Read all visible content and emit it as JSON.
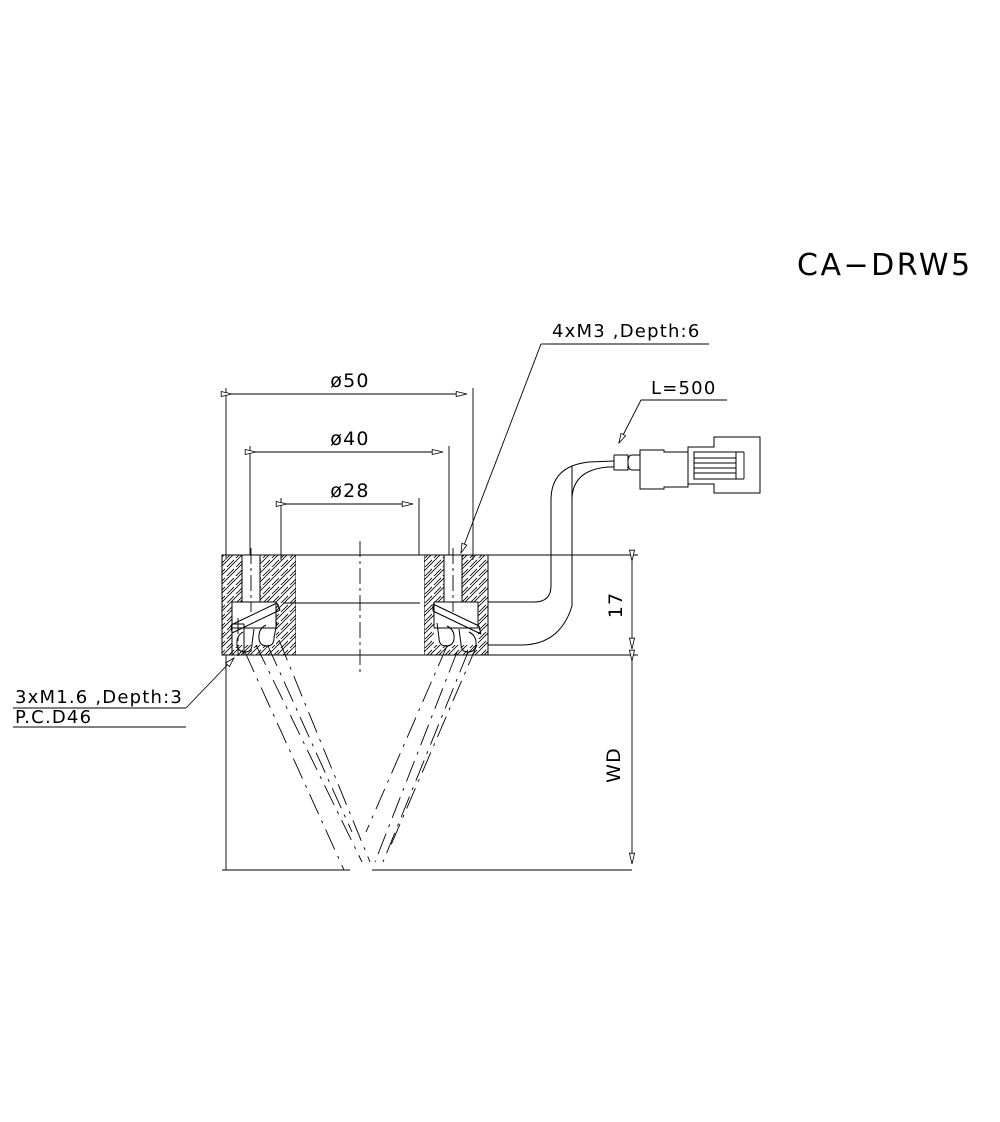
{
  "drawing": {
    "title": "CA−DRW5",
    "background_color": "#ffffff",
    "line_color": "#000000",
    "dimensions": {
      "outer_diameter": "ø50",
      "middle_diameter": "ø40",
      "inner_diameter": "ø28",
      "thickness": "17",
      "working_distance": "WD"
    },
    "annotations": {
      "mounting_holes": "4xM3 ,Depth:6",
      "small_holes": "3xM1.6 ,Depth:3",
      "pitch_circle": "P.C.D46",
      "cable_length": "L=500"
    }
  }
}
